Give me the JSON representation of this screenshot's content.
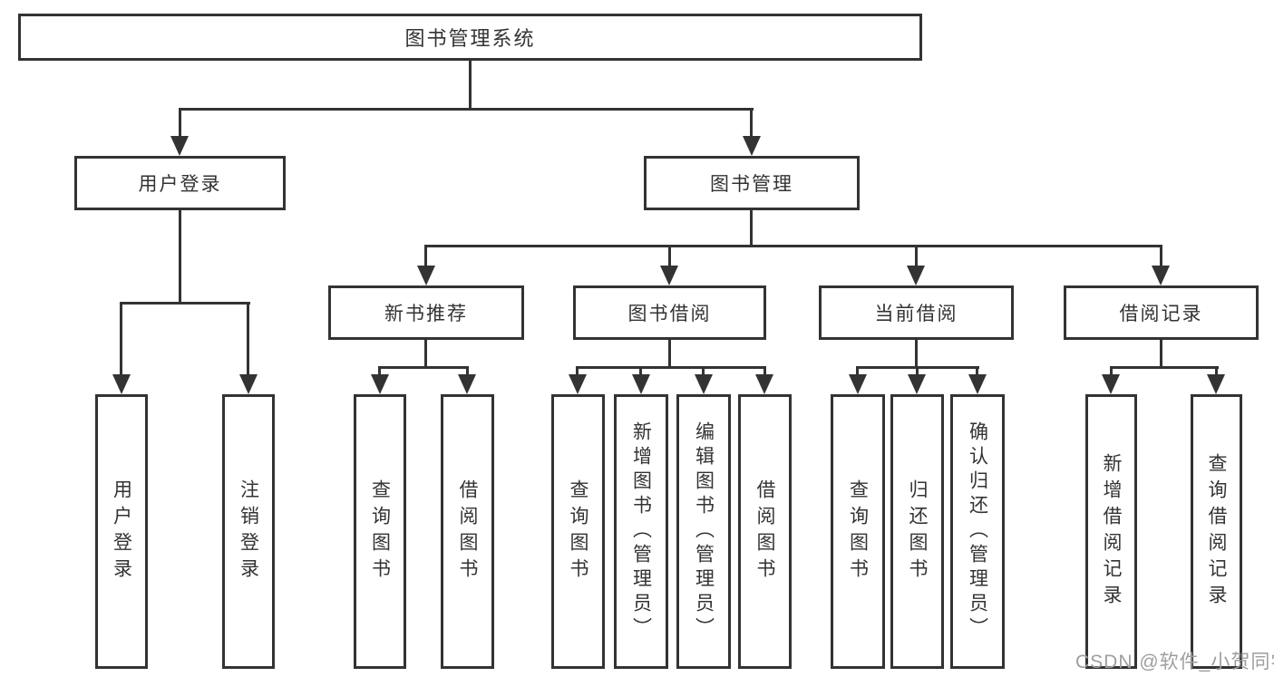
{
  "diagram_type": "hierarchy-tree",
  "colors": {
    "line": "#333333",
    "box_border": "#333333",
    "box_background": "#ffffff",
    "text": "#333333",
    "page_background": "#ffffff",
    "watermark": "#9e9e9e"
  },
  "watermark": {
    "text": "CSDN @软件_小贺同学"
  },
  "tree": {
    "label": "图书管理系统",
    "children": [
      {
        "label": "用户登录",
        "children": [
          {
            "label": "用户登录"
          },
          {
            "label": "注销登录"
          }
        ]
      },
      {
        "label": "图书管理",
        "children": [
          {
            "label": "新书推荐",
            "children": [
              {
                "label": "查询图书"
              },
              {
                "label": "借阅图书"
              }
            ]
          },
          {
            "label": "图书借阅",
            "children": [
              {
                "label": "查询图书"
              },
              {
                "label": "新增图书（管理员）"
              },
              {
                "label": "编辑图书（管理员）"
              },
              {
                "label": "借阅图书"
              }
            ]
          },
          {
            "label": "当前借阅",
            "children": [
              {
                "label": "查询图书"
              },
              {
                "label": "归还图书"
              },
              {
                "label": "确认归还（管理员）"
              }
            ]
          },
          {
            "label": "借阅记录",
            "children": [
              {
                "label": "新增借阅记录"
              },
              {
                "label": "查询借阅记录"
              }
            ]
          }
        ]
      }
    ]
  }
}
